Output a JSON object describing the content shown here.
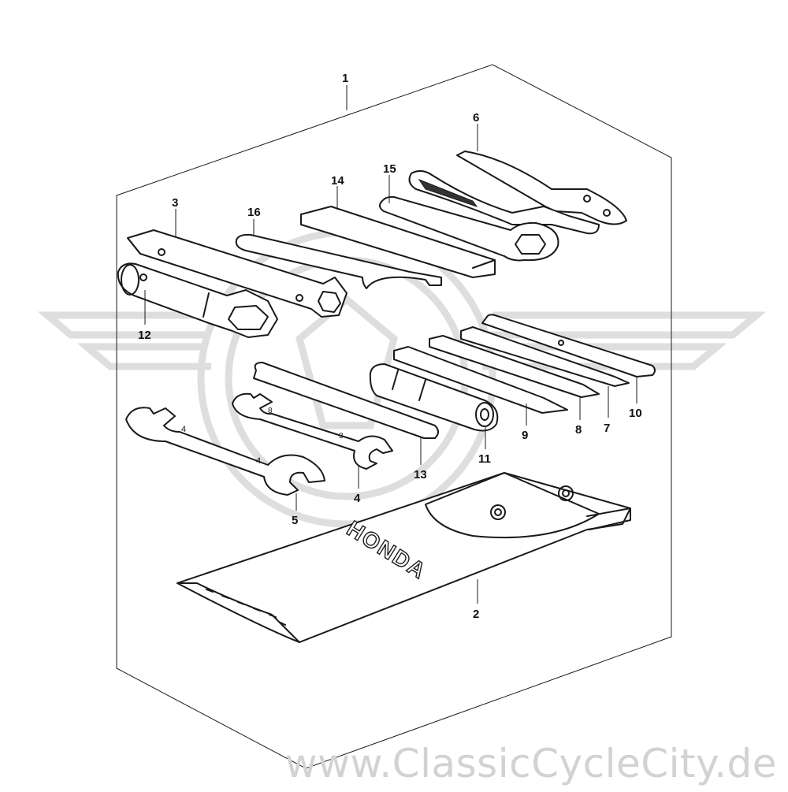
{
  "diagram": {
    "callouts": [
      {
        "id": "c1",
        "text": "1"
      },
      {
        "id": "c2",
        "text": "2"
      },
      {
        "id": "c3",
        "text": "3"
      },
      {
        "id": "c4",
        "text": "4"
      },
      {
        "id": "c5",
        "text": "5"
      },
      {
        "id": "c6",
        "text": "6"
      },
      {
        "id": "c7",
        "text": "7"
      },
      {
        "id": "c8",
        "text": "8"
      },
      {
        "id": "c9",
        "text": "9"
      },
      {
        "id": "c10",
        "text": "10"
      },
      {
        "id": "c11",
        "text": "11"
      },
      {
        "id": "c12",
        "text": "12"
      },
      {
        "id": "c13",
        "text": "13"
      },
      {
        "id": "c14",
        "text": "14"
      },
      {
        "id": "c15",
        "text": "15"
      },
      {
        "id": "c16",
        "text": "16"
      }
    ],
    "pouch_brand": "HONDA"
  },
  "watermark": {
    "url": "www.ClassicCycleCity.de"
  },
  "colors": {
    "ink": "#1a1a1a",
    "watermark": "#d2d2d2",
    "background": "#ffffff"
  }
}
